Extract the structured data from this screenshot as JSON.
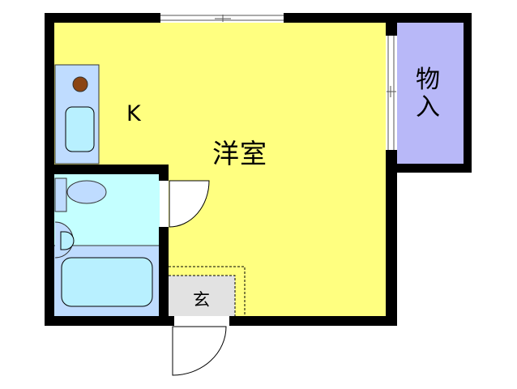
{
  "floor_plan": {
    "rooms": {
      "kitchen": {
        "label": "K",
        "color": "#ffff80"
      },
      "western_room": {
        "label": "洋室",
        "color": "#ffff80"
      },
      "closet": {
        "label_line1": "物",
        "label_line2": "入",
        "color": "#b8b8f8"
      },
      "entrance": {
        "label": "玄",
        "color": "#e2e2e2"
      },
      "bath": {
        "color": "#bfdcff"
      },
      "toilet_area": {
        "color": "#c4ffff"
      }
    },
    "colors": {
      "wall": "#000000",
      "fixture_fill": "#b8f0ff",
      "stove_burner": "#8b4513"
    }
  }
}
